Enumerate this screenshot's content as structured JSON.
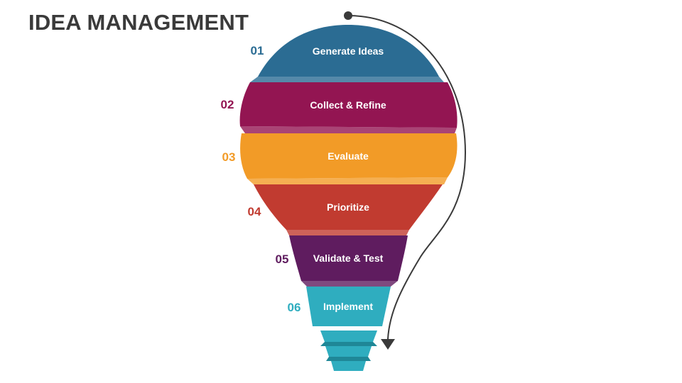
{
  "title": "IDEA MANAGEMENT",
  "steps": [
    {
      "number": "01",
      "label": "Generate Ideas",
      "color": "#2b6c93"
    },
    {
      "number": "02",
      "label": "Collect & Refine",
      "color": "#931552"
    },
    {
      "number": "03",
      "label": "Evaluate",
      "color": "#f29b27"
    },
    {
      "number": "04",
      "label": "Prioritize",
      "color": "#c13b30"
    },
    {
      "number": "05",
      "label": "Validate & Test",
      "color": "#5f1c5f"
    },
    {
      "number": "06",
      "label": "Implement",
      "color": "#2fadbf"
    }
  ],
  "colors": {
    "title": "#3a3a3a",
    "base": "#2fadbf",
    "arrow": "#3a3a3a"
  },
  "icons": {
    "arrow": "curved-arrow-icon",
    "arrow_start": "dot-icon"
  }
}
